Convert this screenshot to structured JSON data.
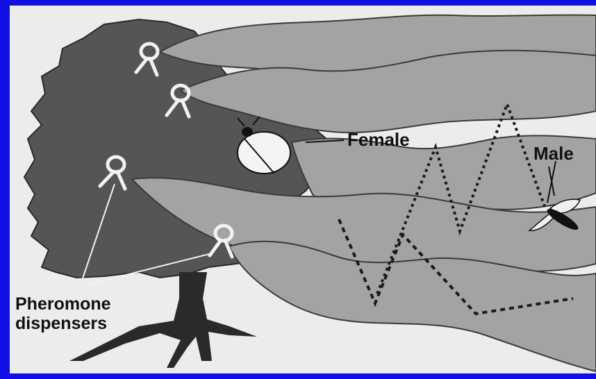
{
  "labels": {
    "female": "Female",
    "male": "Male",
    "pheromone_line1": "Pheromone",
    "pheromone_line2": "dispensers"
  },
  "colors": {
    "frame": "#1010e6",
    "paper": "#ececec",
    "tree": "#555555",
    "trunk": "#2a2a2a",
    "plume": "#a3a3a3",
    "plume_edge": "#3a3a3a",
    "dispenser": "#f2f2f2",
    "path": "#1a1a1a"
  }
}
